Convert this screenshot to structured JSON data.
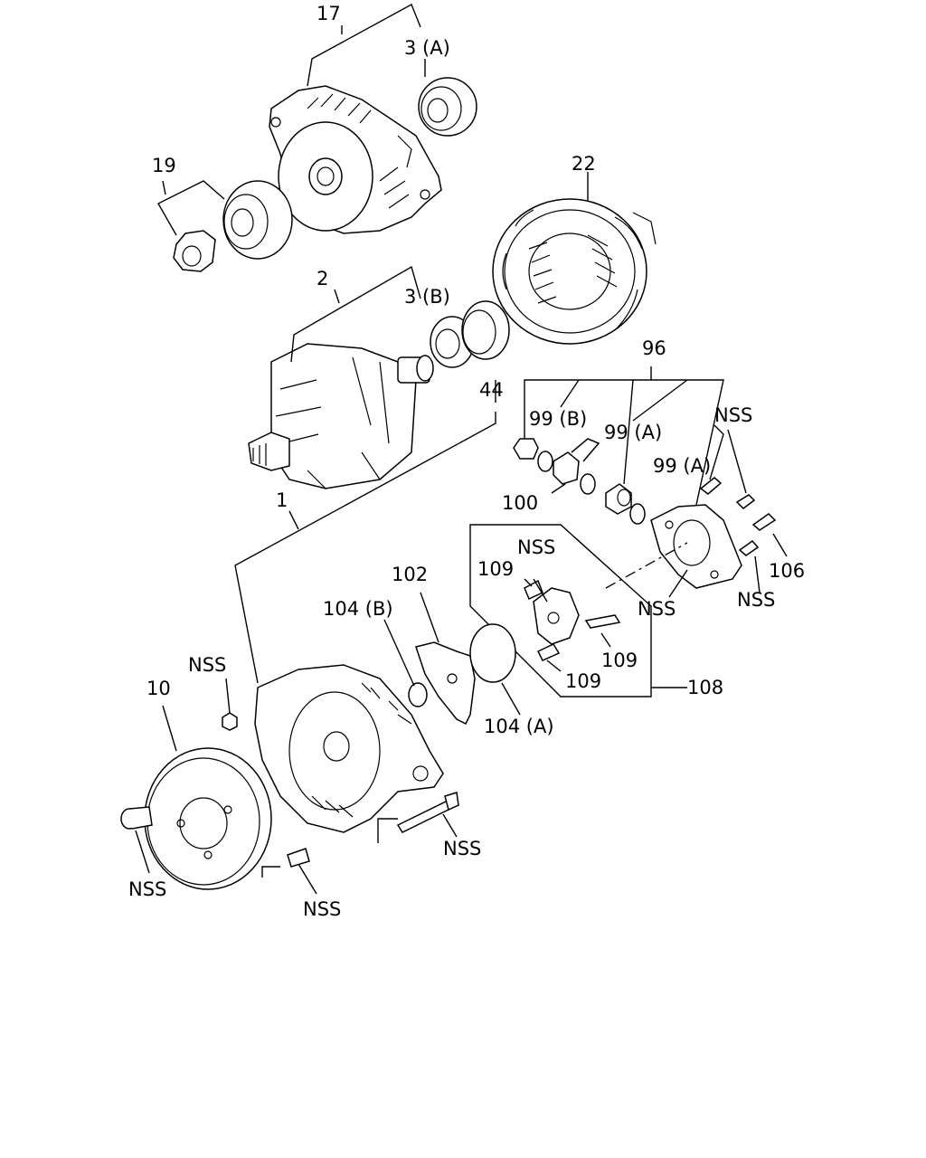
{
  "labels": {
    "p17": "17",
    "p3a": "3 (A)",
    "p19": "19",
    "p22": "22",
    "p2": "2",
    "p3b": "3 (B)",
    "p44": "44",
    "p96": "96",
    "p99b": "99 (B)",
    "p99a1": "99 (A)",
    "p99a2": "99 (A)",
    "p100": "100",
    "nss_screws": "NSS",
    "p106": "106",
    "nss_holder_screw": "NSS",
    "nss_holder": "NSS",
    "p1": "1",
    "p102": "102",
    "p104b": "104 (B)",
    "p104a": "104 (A)",
    "nss_brush": "NSS",
    "p109a": "109",
    "p109b": "109",
    "p109c": "109",
    "p108": "108",
    "nss_nut": "NSS",
    "p10": "10",
    "nss_bolt_left": "NSS",
    "nss_bolt_lower": "NSS",
    "nss_bolt_long": "NSS"
  }
}
